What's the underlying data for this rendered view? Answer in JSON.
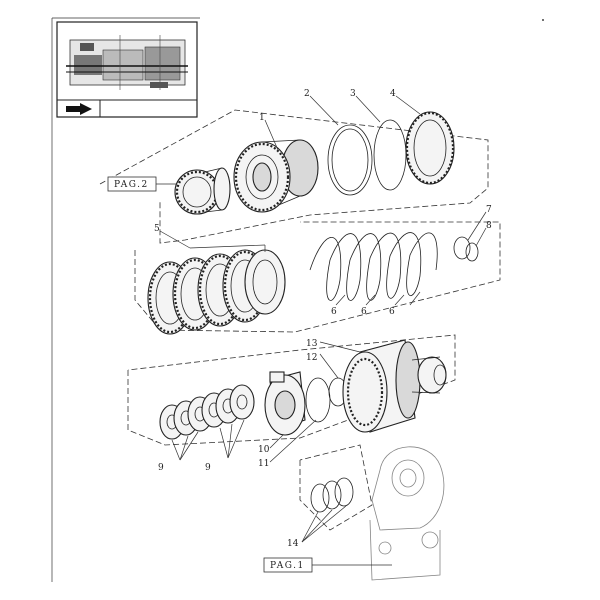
{
  "callouts": [
    {
      "id": "callout-1",
      "text": "1"
    },
    {
      "id": "callout-2",
      "text": "2"
    },
    {
      "id": "callout-3",
      "text": "3"
    },
    {
      "id": "callout-4",
      "text": "4"
    },
    {
      "id": "callout-5",
      "text": "5"
    },
    {
      "id": "callout-6a",
      "text": "6"
    },
    {
      "id": "callout-6b",
      "text": "6"
    },
    {
      "id": "callout-6c",
      "text": "6"
    },
    {
      "id": "callout-7",
      "text": "7"
    },
    {
      "id": "callout-8",
      "text": "8"
    },
    {
      "id": "callout-9a",
      "text": "9"
    },
    {
      "id": "callout-9b",
      "text": "9"
    },
    {
      "id": "callout-10",
      "text": "10"
    },
    {
      "id": "callout-11",
      "text": "11"
    },
    {
      "id": "callout-12",
      "text": "12"
    },
    {
      "id": "callout-13",
      "text": "13"
    },
    {
      "id": "callout-14",
      "text": "14"
    }
  ],
  "page_refs": {
    "pag2": "PAG.2",
    "pag1": "PAG.1"
  },
  "icons": {
    "nav": "arrow-hand-icon",
    "thumbnail": "transmission-thumbnail-icon"
  }
}
